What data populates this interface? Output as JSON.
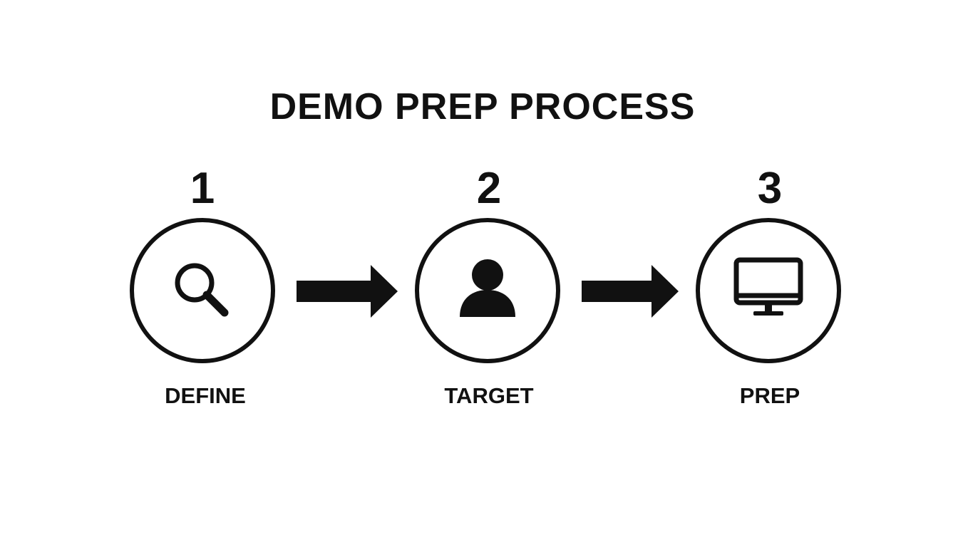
{
  "title": "DEMO PREP PROCESS",
  "steps": [
    {
      "number": "1",
      "label": "DEFINE",
      "icon": "search-icon"
    },
    {
      "number": "2",
      "label": "TARGET",
      "icon": "person-icon"
    },
    {
      "number": "3",
      "label": "PREP",
      "icon": "monitor-icon"
    }
  ],
  "colors": {
    "ink": "#111111",
    "background": "#ffffff"
  }
}
